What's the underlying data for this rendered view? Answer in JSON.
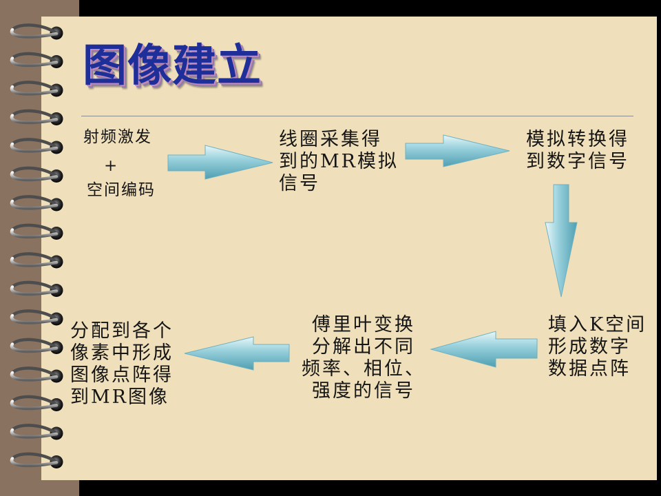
{
  "title": "图像建立",
  "nodes": {
    "excitation": "射频激发",
    "plus": "+",
    "spatial_encoding": "空间编码",
    "coil_acquisition": "线圈采集得\n到的MR模拟\n信号",
    "analog_digital": "模拟转换得\n到数字信号",
    "kspace_fill": "填入K空间\n形成数字\n数据点阵",
    "fourier": "傅里叶变换\n分解出不同\n频率、相位、\n强度的信号",
    "final_image": "分配到各个\n像素中形成\n图像点阵得\n到MR图像"
  },
  "colors": {
    "title": "#1f2f9a",
    "arrow_light": "#dbeff3",
    "arrow_mid": "#8fcedb",
    "arrow_dark": "#4f9fb2",
    "paper": "#efdfba"
  }
}
